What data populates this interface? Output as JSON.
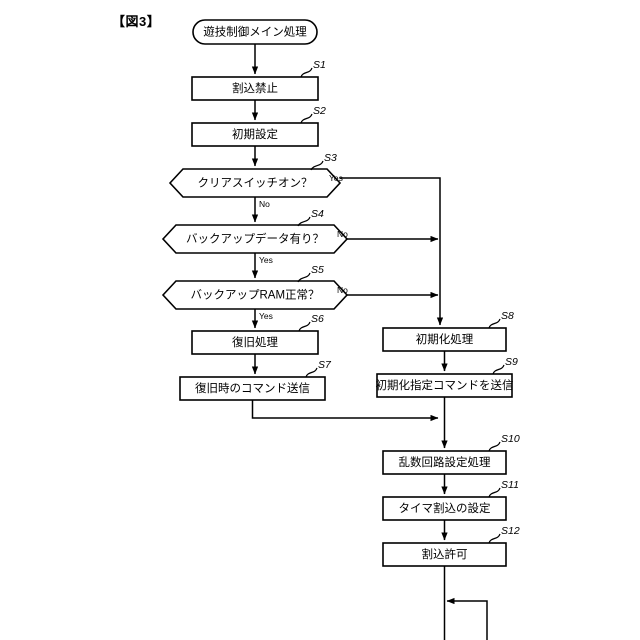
{
  "figure": {
    "label": "【図3】"
  },
  "flowchart": {
    "type": "flowchart",
    "title": "遊技制御メイン処理",
    "start": {
      "id": "start",
      "shape": "terminator",
      "text": "遊技制御メイン処理"
    },
    "nodes": [
      {
        "id": "S1",
        "shape": "process",
        "text": "割込禁止",
        "step": "S1"
      },
      {
        "id": "S2",
        "shape": "process",
        "text": "初期設定",
        "step": "S2"
      },
      {
        "id": "S3",
        "shape": "decision",
        "text": "クリアスイッチオン？",
        "step": "S3"
      },
      {
        "id": "S4",
        "shape": "decision",
        "text": "バックアップデータ有り？",
        "step": "S4"
      },
      {
        "id": "S5",
        "shape": "decision",
        "text": "バックアップRAM正常？",
        "step": "S5"
      },
      {
        "id": "S6",
        "shape": "process",
        "text": "復旧処理",
        "step": "S6"
      },
      {
        "id": "S7",
        "shape": "process",
        "text": "復旧時のコマンド送信",
        "step": "S7"
      },
      {
        "id": "S8",
        "shape": "process",
        "text": "初期化処理",
        "step": "S8"
      },
      {
        "id": "S9",
        "shape": "process",
        "text": "初期化指定コマンドを送信",
        "step": "S9"
      },
      {
        "id": "S10",
        "shape": "process",
        "text": "乱数回路設定処理",
        "step": "S10"
      },
      {
        "id": "S11",
        "shape": "process",
        "text": "タイマ割込の設定",
        "step": "S11"
      },
      {
        "id": "S12",
        "shape": "process",
        "text": "割込許可",
        "step": "S12"
      }
    ],
    "branch_labels": {
      "s3_yes": "Yes",
      "s3_no": "No",
      "s4_yes": "Yes",
      "s4_no": "No",
      "s5_yes": "Yes",
      "s5_no": "No"
    },
    "edges": [
      {
        "from": "start",
        "to": "S1",
        "label": ""
      },
      {
        "from": "S1",
        "to": "S2",
        "label": ""
      },
      {
        "from": "S2",
        "to": "S3",
        "label": ""
      },
      {
        "from": "S3",
        "to": "S4",
        "label": "No"
      },
      {
        "from": "S3",
        "to": "S8",
        "label": "Yes"
      },
      {
        "from": "S4",
        "to": "S5",
        "label": "Yes"
      },
      {
        "from": "S4",
        "to": "S8",
        "label": "No"
      },
      {
        "from": "S5",
        "to": "S6",
        "label": "Yes"
      },
      {
        "from": "S5",
        "to": "S8",
        "label": "No"
      },
      {
        "from": "S6",
        "to": "S7",
        "label": ""
      },
      {
        "from": "S7",
        "to": "S10",
        "label": ""
      },
      {
        "from": "S8",
        "to": "S9",
        "label": ""
      },
      {
        "from": "S9",
        "to": "S10",
        "label": ""
      },
      {
        "from": "S10",
        "to": "S11",
        "label": ""
      },
      {
        "from": "S11",
        "to": "S12",
        "label": ""
      },
      {
        "from": "S12",
        "to": "loop",
        "label": ""
      }
    ],
    "colors": {
      "stroke": "#000000",
      "fill": "#ffffff",
      "background": "#ffffff"
    }
  }
}
